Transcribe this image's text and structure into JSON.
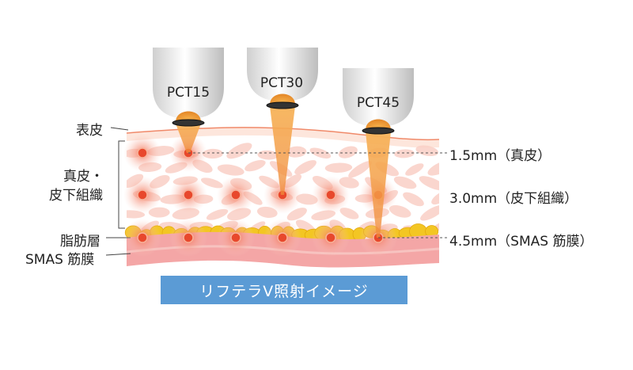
{
  "probes": [
    {
      "label": "PCT15",
      "depth": "1.5mm"
    },
    {
      "label": "PCT30",
      "depth": "3.0mm"
    },
    {
      "label": "PCT45",
      "depth": "4.5mm"
    }
  ],
  "left_labels": {
    "epidermis": "表皮",
    "dermis_line1": "真皮・",
    "dermis_line2": "皮下組織",
    "fat": "脂肪層",
    "smas": "SMAS 筋膜"
  },
  "right_labels": {
    "d15": "1.5mm（真皮）",
    "d30": "3.0mm（皮下組織）",
    "d45": "4.5mm（SMAS 筋膜）"
  },
  "caption": "リフテラV照射イメージ",
  "colors": {
    "caption_bg": "#5b9bd5",
    "focal": "#e8482c",
    "beam": "#f0a050",
    "smas": "#f4a6a6",
    "fat": "#f3c623",
    "dermis_cell": "#f9cfc5"
  }
}
